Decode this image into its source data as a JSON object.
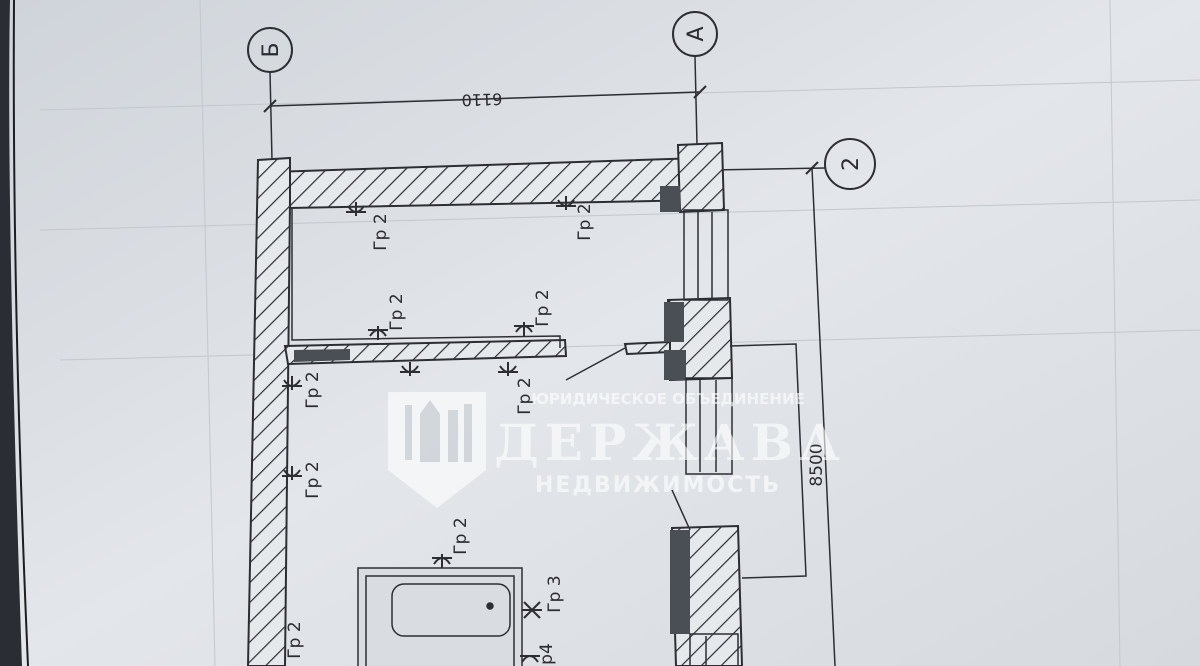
{
  "axes": {
    "axis_b": "Б",
    "axis_a": "А",
    "axis_2": "2"
  },
  "dimensions": {
    "width_top": "6110",
    "length_right": "8500"
  },
  "fixtures": [
    "Гр 2",
    "Гр 2",
    "Гр 2",
    "Гр 2",
    "Гр 2",
    "Гр 2",
    "Гр 2",
    "Гр 2",
    "Гр 2",
    "Гр 3",
    "р4"
  ],
  "watermark": {
    "line1": "ЮРИДИЧЕСКОЕ ОБЪЕДИНЕНИЕ",
    "line2": "ДЕРЖАВА",
    "line3": "НЕДВИЖИМОСТЬ"
  },
  "colors": {
    "paper": "#dfe3e7",
    "ink": "#2c2e33",
    "dark_fill": "#4a4e55",
    "background": "#5f6770"
  }
}
